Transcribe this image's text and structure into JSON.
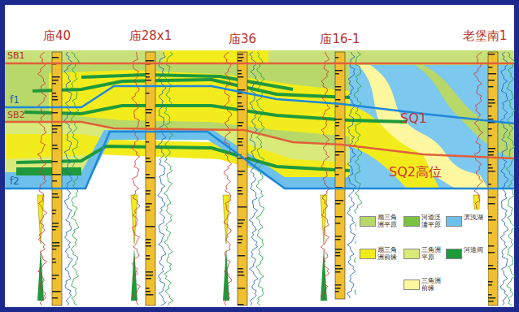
{
  "diagram": {
    "labels": [
      "庙40",
      "庙28x1",
      "庙36",
      "庙16-1",
      "老堡南1",
      "SB1",
      "f1",
      "SB2",
      "f2",
      "SQ1",
      "SQ2高位"
    ],
    "legend": [
      {
        "text": "扇三角洲平原",
        "color": "#b8d86a"
      },
      {
        "text": "河道泛滥平原",
        "color": "#7cc242"
      },
      {
        "text": "滨浅湖",
        "color": "#6cc0ea"
      },
      {
        "text": "扇三角洲前缘",
        "color": "#f2ec1c"
      },
      {
        "text": "三角洲平原",
        "color": "#d9ea7a"
      },
      {
        "text": "河道间",
        "color": "#1e9a3c"
      },
      {
        "text": "三角洲前缘",
        "color": "#fff6a0"
      }
    ]
  }
}
